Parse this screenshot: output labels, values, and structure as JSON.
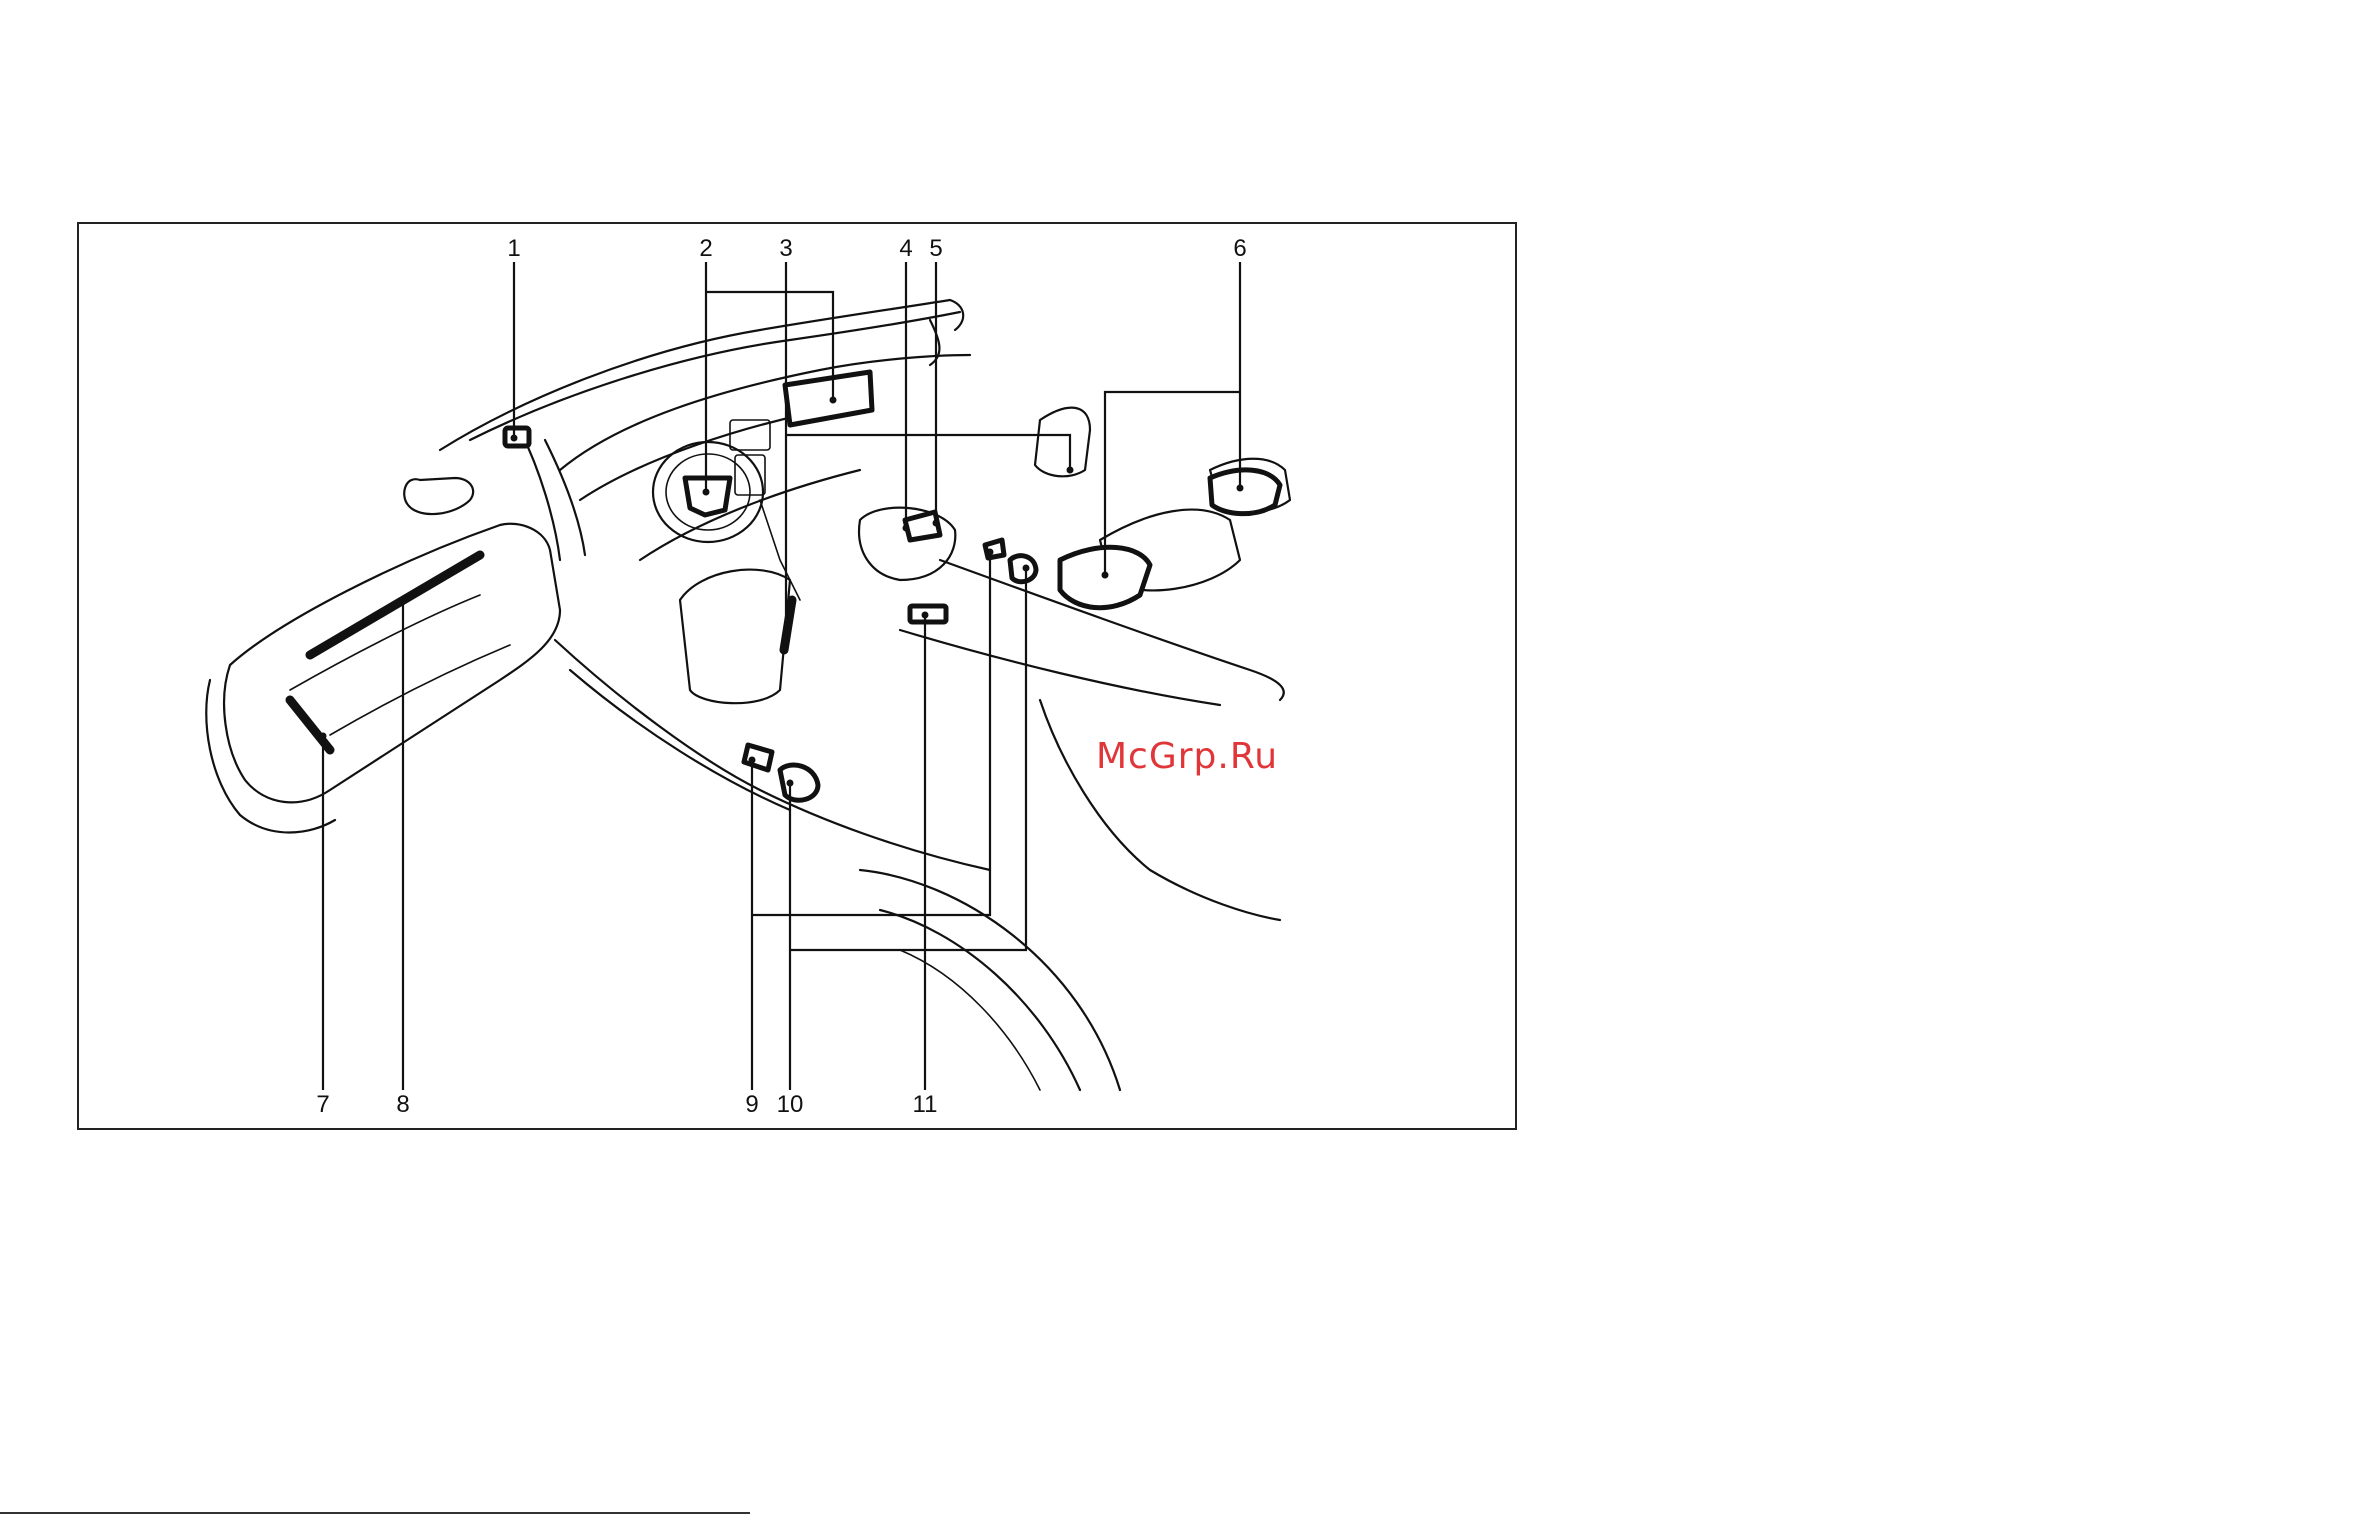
{
  "diagram": {
    "callouts": [
      "1",
      "2",
      "3",
      "4",
      "5",
      "6",
      "7",
      "8",
      "9",
      "10",
      "11"
    ]
  },
  "watermark": {
    "text": "McGrp.Ru",
    "color": "#e0363a"
  },
  "colors": {
    "line": "#111111",
    "frame": "#222222",
    "background": "#ffffff"
  }
}
